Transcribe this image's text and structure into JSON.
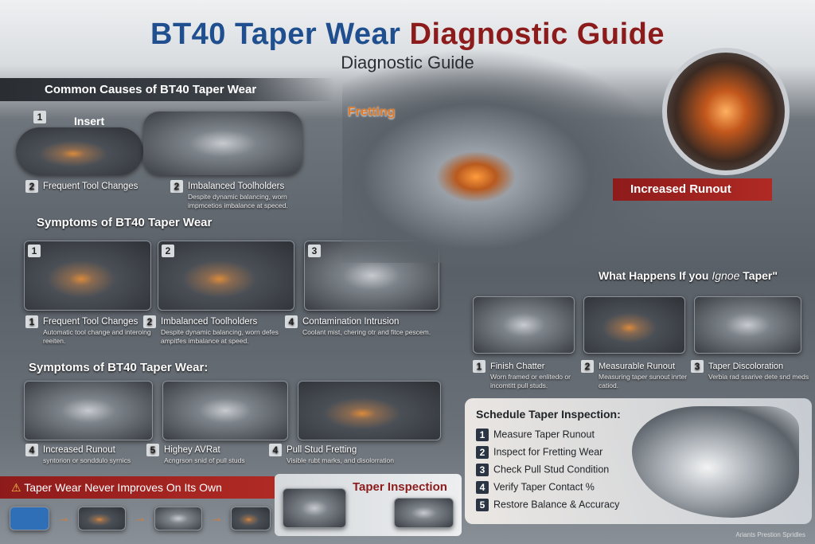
{
  "header": {
    "title_blue": "BT40 Taper Wear",
    "title_red": "Diagnostic Guide",
    "subtitle": "Diagnostic Guide"
  },
  "causes": {
    "heading": "Common Causes of BT40 Taper Wear",
    "insert_label": "Insert",
    "badge1": "1",
    "items": [
      {
        "num": "2",
        "title": "Frequent Tool Changes",
        "desc": ""
      },
      {
        "num": "2",
        "title": "Imbalanced Toolholders",
        "desc": "Despite dynamic balancing, worn impmcetios imbalance at speced."
      }
    ]
  },
  "symptoms1": {
    "heading": "Symptoms of BT40 Taper Wear",
    "badges": [
      "1",
      "2",
      "3"
    ],
    "items": [
      {
        "num": "1",
        "title": "Frequent Tool Changes",
        "desc": "Automatic tool change and interoing reeiten."
      },
      {
        "num": "2",
        "title": "Imbalanced Toolholders",
        "desc": "Despite dynamic balancing, worn defes ampitfes imbalance at speed."
      },
      {
        "num": "4",
        "title": "Contamination Intrusion",
        "desc": "Coolant mist, chering otr and fitce pescem."
      }
    ]
  },
  "symptoms2": {
    "heading": "Symptoms of BT40 Taper Wear:",
    "items": [
      {
        "num": "4",
        "title": "Increased Runout",
        "desc": "syntorion or sonddulo syrnics"
      },
      {
        "num": "5",
        "title": "Highey AVRat",
        "desc": "Acngrson snid of pull studs"
      },
      {
        "num": "4",
        "title": "Pull Stud Fretting",
        "desc": "Visible rubt marks, and disolorration"
      }
    ]
  },
  "warning": {
    "icon": "warning-icon",
    "text": "Taper Wear Never Improves On Its Own"
  },
  "taper_inspection_label": "Taper Inspection",
  "hero": {
    "fretting_label": "Fretting",
    "runout_label": "Increased Runout"
  },
  "ignore": {
    "heading_pre": "What Happens If you ",
    "heading_em": "Ignoe",
    "heading_post": " Taper\"",
    "items": [
      {
        "num": "1",
        "title": "Finish Chatter",
        "desc": "Worn framed or enlitedo or incomtitt pull studs."
      },
      {
        "num": "2",
        "title": "Measurable Runout",
        "desc": "Measuring taper sunout inrter catiod."
      },
      {
        "num": "3",
        "title": "Taper Discoloration",
        "desc": "Verbia rad ssarive dete snd meds"
      }
    ]
  },
  "schedule": {
    "heading": "Schedule Taper Inspection:",
    "steps": [
      {
        "num": "1",
        "text": "Measure Taper Runout"
      },
      {
        "num": "2",
        "text": "Inspect for Fretting Wear"
      },
      {
        "num": "3",
        "text": "Check Pull Stud Condition"
      },
      {
        "num": "4",
        "text": "Verify Taper Contact %"
      },
      {
        "num": "5",
        "text": "Restore Balance & Accuracy"
      }
    ]
  },
  "footer": {
    "credit": "Ariants Prestion Spridles"
  },
  "colors": {
    "title_blue": "#1f4f8f",
    "title_red": "#8c1c1c",
    "accent_orange": "#e07b2a",
    "banner_red": "#a32420"
  }
}
